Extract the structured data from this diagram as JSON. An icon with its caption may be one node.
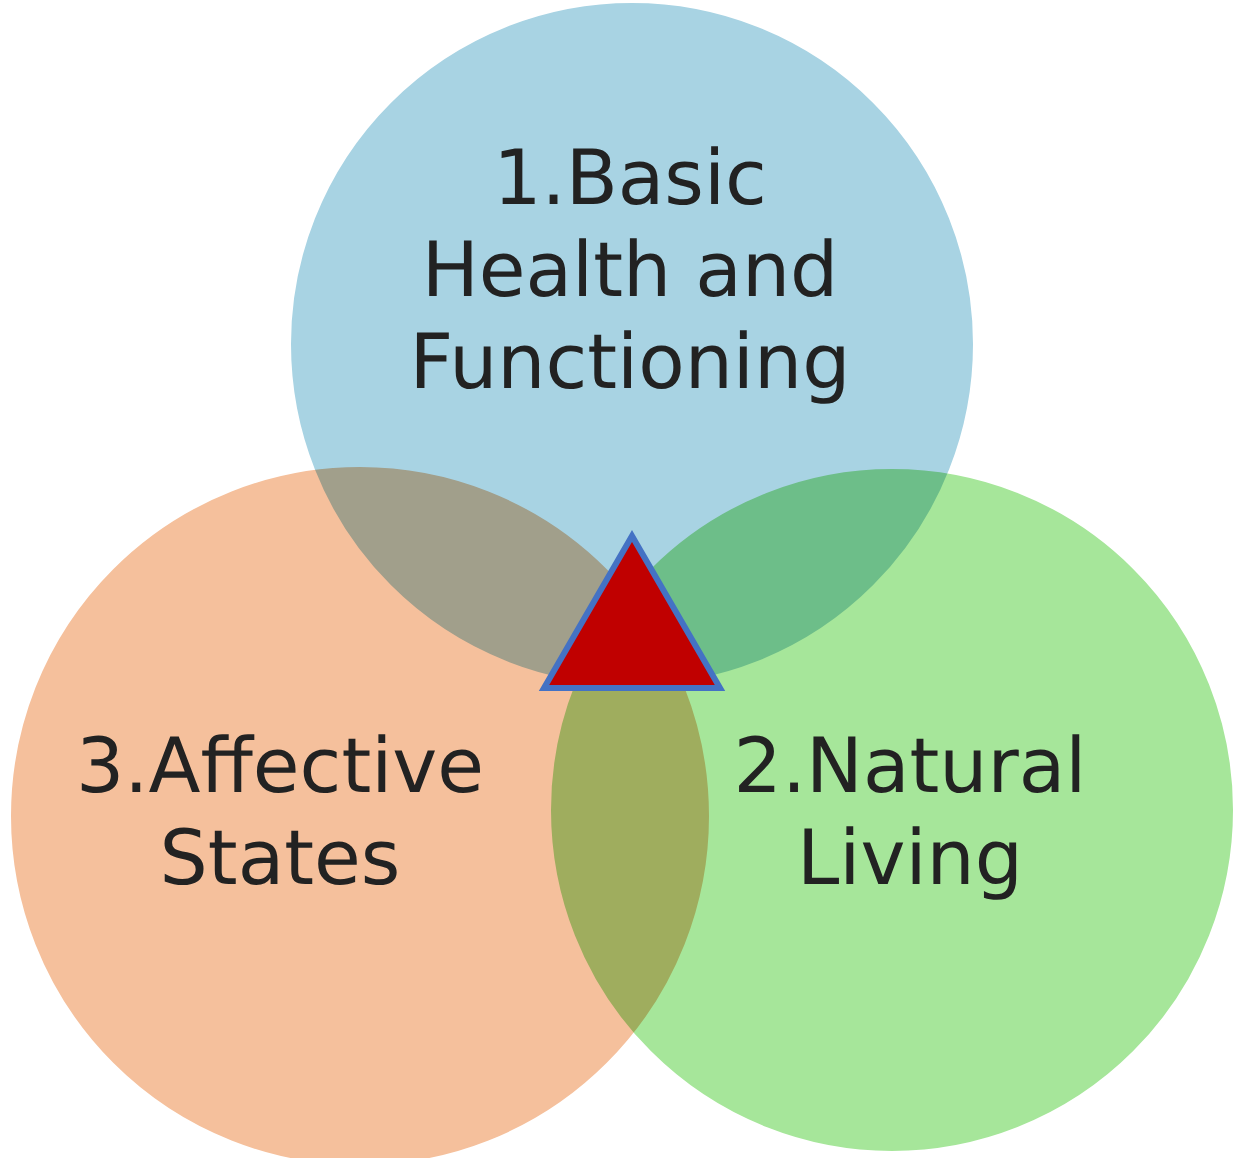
{
  "diagram": {
    "nodes": [
      {
        "text": [
          "1.Basic Health and Functioning"
        ]
      },
      {
        "text": [
          "2.Natural Living"
        ]
      },
      {
        "text": [
          "3.Affective States"
        ]
      },
      {
        "text": [],
        "shape": "triangle"
      }
    ]
  }
}
